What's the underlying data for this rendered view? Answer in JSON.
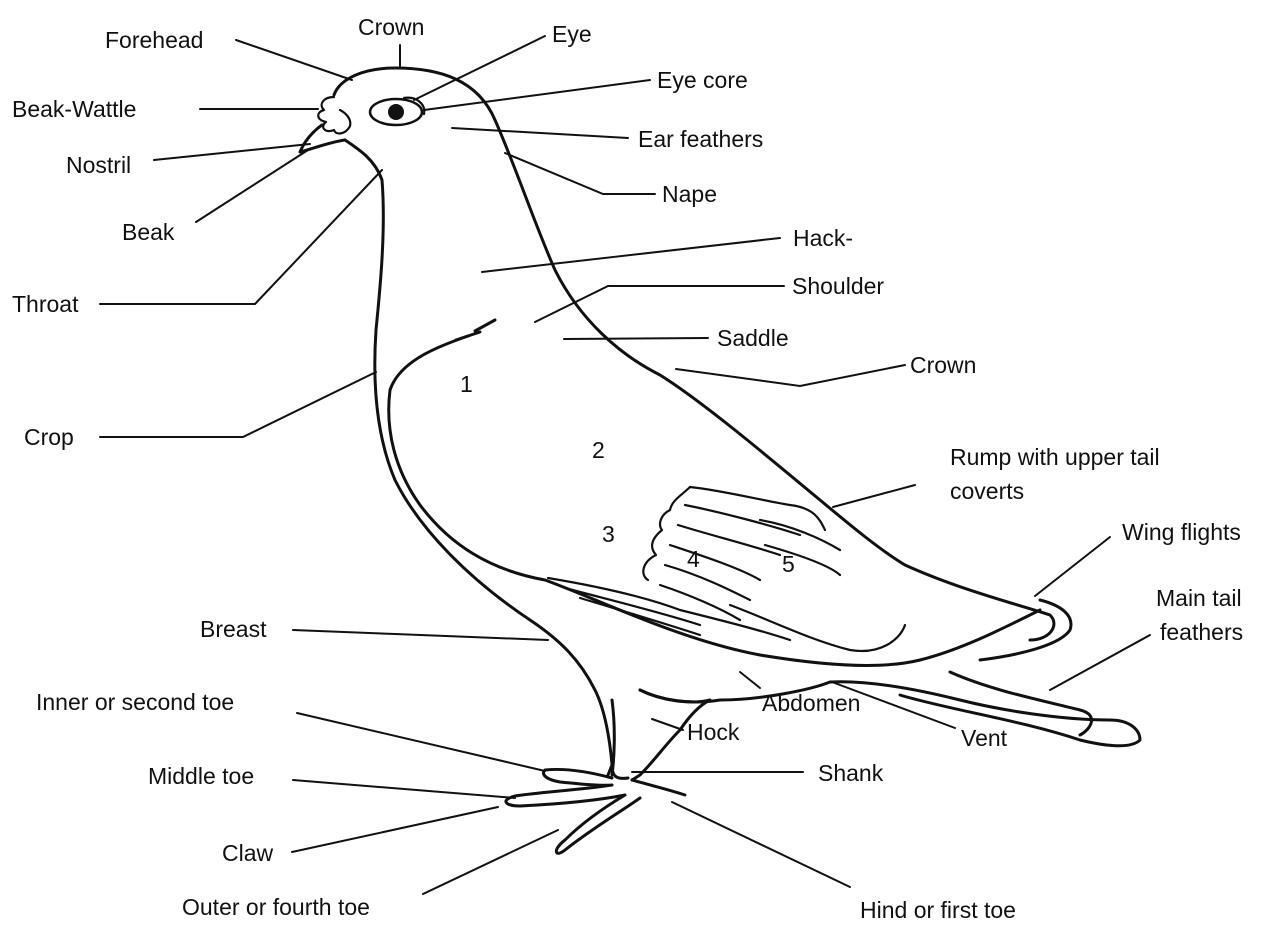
{
  "labels": {
    "forehead": "Forehead",
    "crown_head": "Crown",
    "eye": "Eye",
    "eye_core": "Eye core",
    "beak_wattle": "Beak-Wattle",
    "ear_feathers": "Ear feathers",
    "nostril": "Nostril",
    "nape": "Nape",
    "beak": "Beak",
    "hack": "Hack-",
    "throat": "Throat",
    "shoulder": "Shoulder",
    "saddle": "Saddle",
    "crown_back": "Crown",
    "crop": "Crop",
    "rump_line1": "Rump with upper tail",
    "rump_line2": "coverts",
    "wing_flights": "Wing flights",
    "main_tail_line1": "Main tail",
    "main_tail_line2": "feathers",
    "breast": "Breast",
    "abdomen": "Abdomen",
    "inner_toe": "Inner or second toe",
    "hock": "Hock",
    "vent": "Vent",
    "middle_toe": "Middle toe",
    "shank": "Shank",
    "claw": "Claw",
    "outer_toe": "Outer or fourth toe",
    "hind_toe": "Hind or first toe"
  },
  "wing_numbers": [
    "1",
    "2",
    "3",
    "4",
    "5"
  ]
}
